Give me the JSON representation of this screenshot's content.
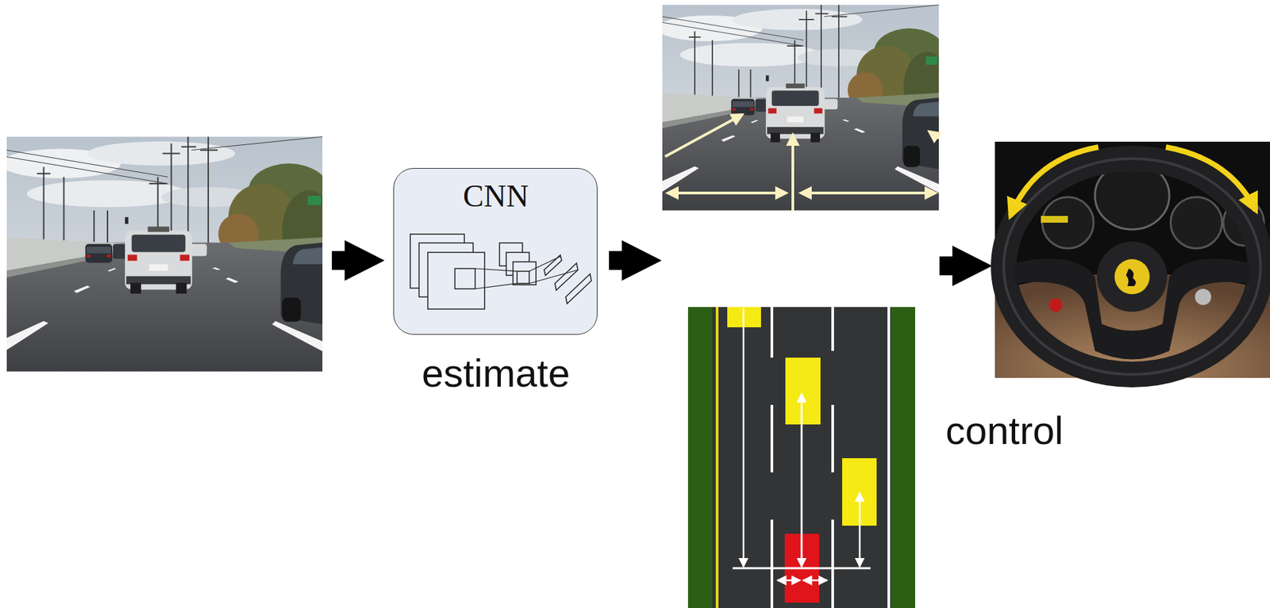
{
  "diagram": {
    "nodes": [
      {
        "text": [
          "CNN",
          "estimate"
        ]
      }
    ],
    "labels": [
      "control"
    ]
  }
}
